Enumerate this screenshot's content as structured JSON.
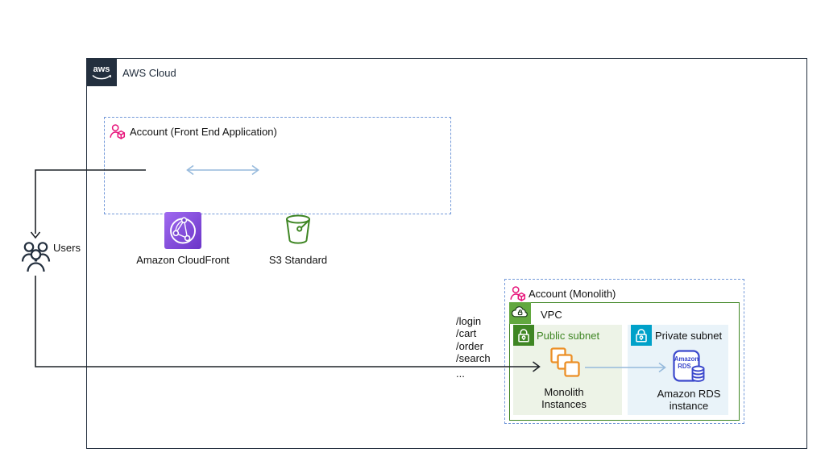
{
  "diagram": {
    "aws_cloud": {
      "logo": "aws",
      "label": "AWS Cloud"
    },
    "frontend_account": {
      "label": "Account (Front End Application)",
      "cloudfront_label": "Amazon CloudFront",
      "s3_label": "S3 Standard"
    },
    "users": {
      "label": "Users"
    },
    "routes": {
      "items": [
        "/login",
        "/cart",
        "/order",
        "/search"
      ],
      "more": "..."
    },
    "monolith_account": {
      "label": "Account (Monolith)",
      "vpc_label": "VPC",
      "public_subnet_label": "Public subnet",
      "private_subnet_label": "Private subnet",
      "monolith_line1": "Monolith",
      "monolith_line2": "Instances",
      "rds_line1": "Amazon RDS",
      "rds_line2": "instance",
      "rds_icon_line1": "Amazon",
      "rds_icon_line2": "RDS"
    },
    "colors": {
      "aws_dark": "#232F3E",
      "account_pink": "#E7157B",
      "group_dashed_blue": "#7399D9",
      "vpc_border_green": "#3F8624",
      "vpc_icon_green": "#62A83F",
      "public_subnet_bg": "#EDF3E7",
      "public_subnet_green": "#3F8624",
      "private_subnet_bg": "#E9F3F9",
      "private_subnet_teal": "#00A1C9",
      "instances_orange": "#EC8F26",
      "rds_blue": "#3B48CC",
      "cloudfront_purple_light": "#A06AF0",
      "cloudfront_purple_dark": "#6B35C8",
      "s3_green": "#3F8624",
      "arrow_blue": "#95B9DC",
      "connector_black": "#1F2328"
    }
  }
}
